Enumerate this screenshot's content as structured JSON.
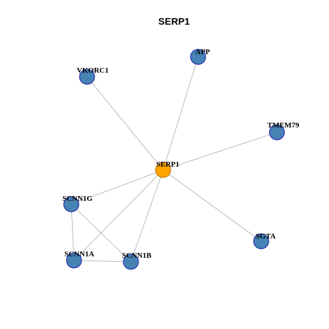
{
  "title": "SERP1",
  "colors": {
    "hub_fill": "#ffa500",
    "hub_stroke": "#b36b00",
    "node_fill": "#4682b4",
    "node_stroke": "#1a1aaa",
    "edge": "#aaaaaa"
  },
  "nodes": [
    {
      "id": "SERP1",
      "label": "SERP1",
      "hub": true
    },
    {
      "id": "APP",
      "label": "APP",
      "hub": false
    },
    {
      "id": "VKORC1",
      "label": "VKORC1",
      "hub": false
    },
    {
      "id": "TMEM79",
      "label": "TMEM79",
      "hub": false
    },
    {
      "id": "SCNN1G",
      "label": "SCNN1G",
      "hub": false
    },
    {
      "id": "SGTA",
      "label": "SGTA",
      "hub": false
    },
    {
      "id": "SCNN1A",
      "label": "SCNN1A",
      "hub": false
    },
    {
      "id": "SCNN1B",
      "label": "SCNN1B",
      "hub": false
    }
  ],
  "edges": [
    [
      "SERP1",
      "APP"
    ],
    [
      "SERP1",
      "VKORC1"
    ],
    [
      "SERP1",
      "TMEM79"
    ],
    [
      "SERP1",
      "SCNN1G"
    ],
    [
      "SERP1",
      "SGTA"
    ],
    [
      "SERP1",
      "SCNN1A"
    ],
    [
      "SERP1",
      "SCNN1B"
    ],
    [
      "SCNN1G",
      "SCNN1A"
    ],
    [
      "SCNN1G",
      "SCNN1B"
    ],
    [
      "SCNN1A",
      "SCNN1B"
    ]
  ]
}
